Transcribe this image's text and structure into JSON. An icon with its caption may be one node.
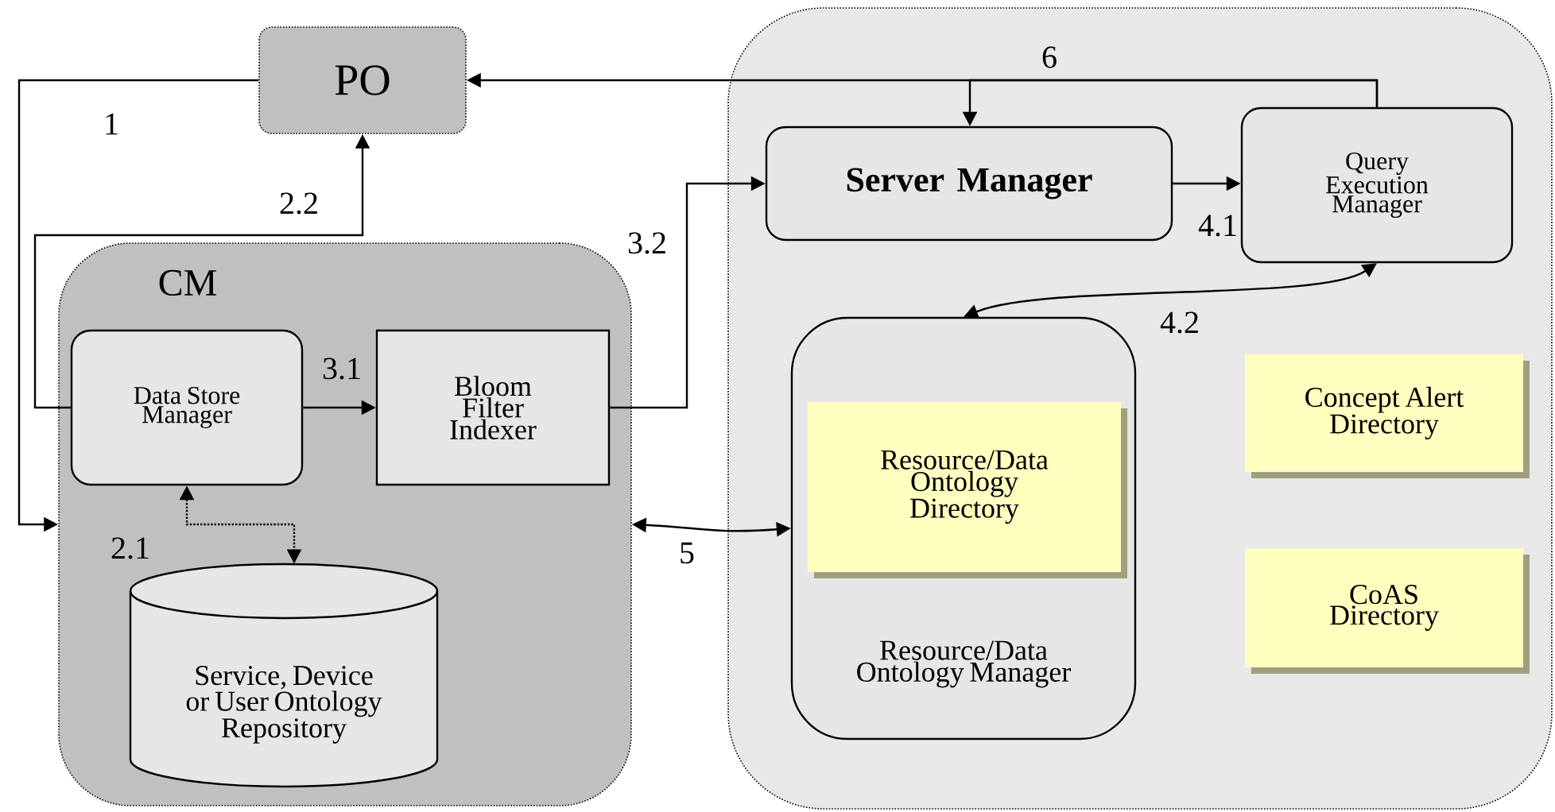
{
  "diagram": {
    "nodes": [
      {
        "text": [
          "PO"
        ]
      },
      {
        "text": [],
        "shape": "box"
      },
      {
        "text": [
          "Server Manager"
        ],
        "in": 1
      },
      {
        "text": [
          "Query Execution Manager"
        ],
        "in": 1
      },
      {
        "text": [
          "Resource/Data Ontology Manager"
        ],
        "in": 1
      },
      {
        "text": [
          "Resource/Data Ontology Directory"
        ],
        "in": 4
      },
      {
        "text": [
          "Concept Alert Directory"
        ],
        "in": 1
      },
      {
        "text": [
          "CoAS Directory"
        ],
        "in": 1
      },
      {
        "text": [
          "CM"
        ]
      },
      {
        "text": [
          "Data Store Manager"
        ],
        "in": 8
      },
      {
        "text": [
          "Bloom Filter Indexer"
        ],
        "in": 8
      },
      {
        "text": [
          "Service, Device or User Ontology Repository"
        ],
        "in": 8
      }
    ],
    "edges": [
      {
        "from": 0,
        "to": 8,
        "arrow": "to",
        "label": "1"
      },
      {
        "from": 9,
        "to": 0,
        "arrow": "to",
        "label": "2.2"
      },
      {
        "from": 9,
        "to": 10,
        "arrow": "to",
        "label": "3.1"
      },
      {
        "from": 10,
        "to": 2,
        "arrow": "to",
        "label": "3.2"
      },
      {
        "from": 2,
        "to": 3,
        "arrow": "to",
        "label": "4.1"
      },
      {
        "from": 3,
        "to": 4,
        "arrow": "both",
        "label": "4.2"
      },
      {
        "from": 9,
        "to": 11,
        "arrow": "both",
        "label": "2.1",
        "style": "dashed"
      },
      {
        "from": 8,
        "to": 4,
        "arrow": "both",
        "label": "5"
      },
      {
        "from": 3,
        "to": 0,
        "arrow": "to",
        "label": "6"
      },
      {
        "from": 3,
        "to": 2,
        "arrow": "to"
      }
    ]
  }
}
